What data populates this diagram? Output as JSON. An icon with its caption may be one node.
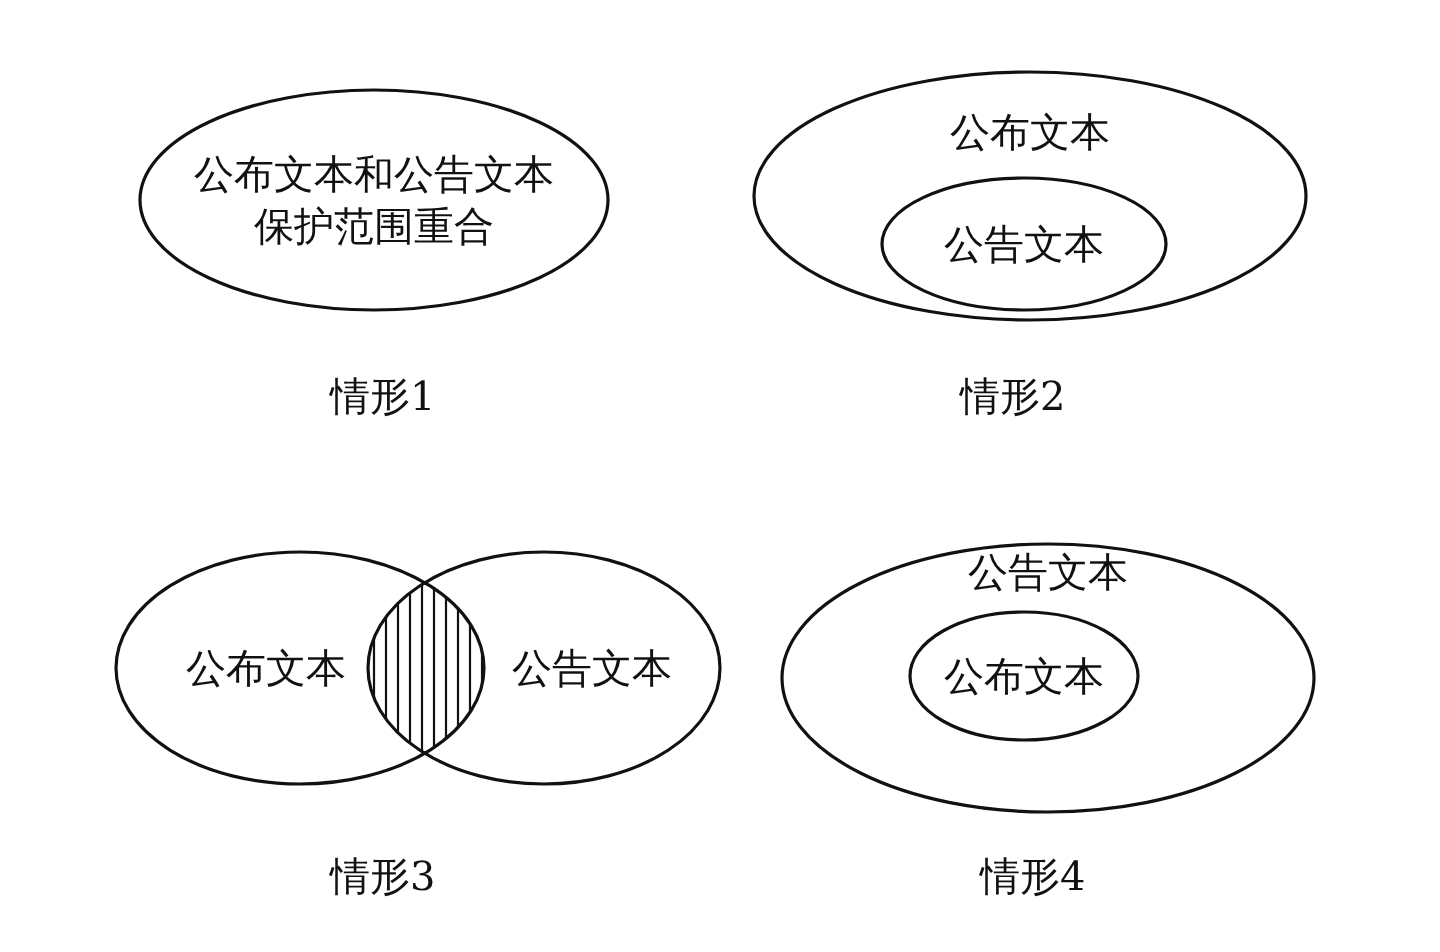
{
  "diagram": {
    "nodes": [
      {
        "text": [
          "公布文本和公告文本保护范围重合"
        ]
      },
      {
        "text": [
          "公布文本"
        ]
      },
      {
        "text": [
          "公告文本"
        ],
        "in": 1
      },
      {
        "text": [
          "公布文本"
        ]
      },
      {
        "text": [],
        "shape": "lens"
      },
      {
        "text": [
          "公告文本"
        ]
      },
      {
        "text": [
          "公告文本"
        ]
      },
      {
        "text": [
          "公布文本"
        ],
        "in": 6
      }
    ],
    "labels": [
      "情形1",
      "情形2",
      "情形3",
      "情形4"
    ]
  }
}
